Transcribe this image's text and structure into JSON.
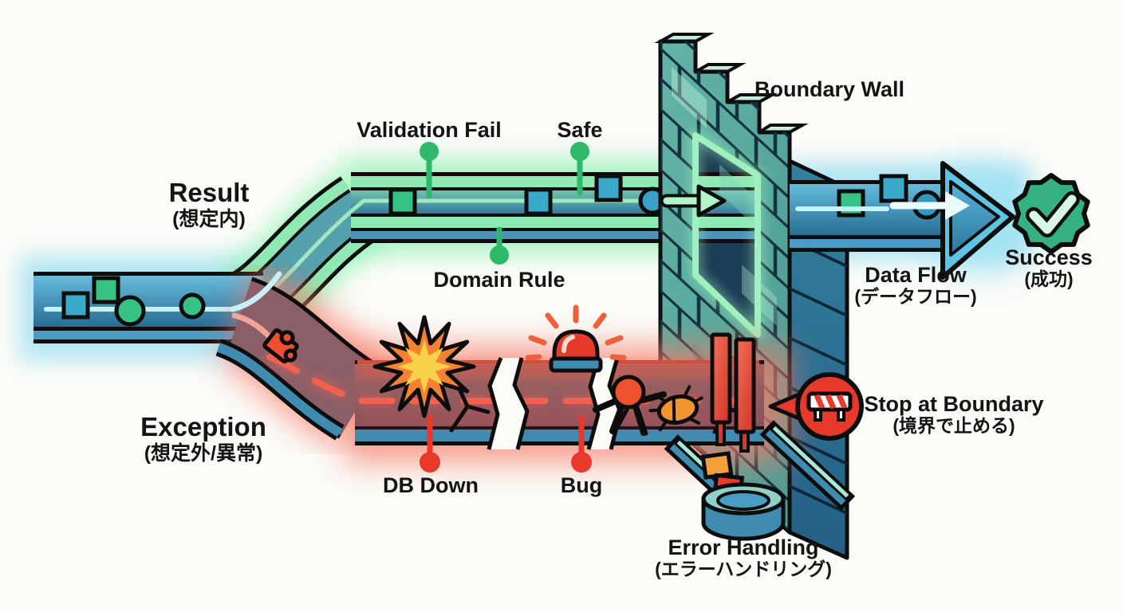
{
  "labels": {
    "result": {
      "en": "Result",
      "ja": "(想定内)"
    },
    "validation_fail": "Validation Fail",
    "safe": "Safe",
    "domain_rule": "Domain Rule",
    "boundary_wall": "Boundary Wall",
    "data_flow": {
      "en": "Data Flow",
      "ja": "(データフロー)"
    },
    "success": {
      "en": "Success",
      "ja": "(成功)"
    },
    "exception": {
      "en": "Exception",
      "ja": "(想定外/異常)"
    },
    "db_down": "DB Down",
    "bug": "Bug",
    "stop_at_boundary": {
      "en": "Stop at Boundary",
      "ja": "(境界で止める)"
    },
    "error_handling": {
      "en": "Error Handling",
      "ja": "(エラーハンドリング)"
    }
  },
  "icons": {
    "success_badge": "green-seal-with-checkmark",
    "explosion": "orange-yellow-starburst",
    "siren": "red-alarm-light",
    "bug": "orange-beetle",
    "person": "figure-falling-in-crack",
    "puzzle_piece": "red-broken-piece",
    "barrier_sign": "striped-roadblock",
    "speech_bubble": "red-stop-callout",
    "doorway": "glowing-green-portal",
    "wall": "isometric-brick-wall",
    "pins_green": "marker-pins-green",
    "pins_red": "marker-pins-red"
  },
  "colors": {
    "background": "#fbfbf8",
    "pipe_blue": "#3f8cb0",
    "pipe_green_stripe": "#8ee9b3",
    "road_surface": "#8a5f68",
    "road_glow": "#f0584a",
    "wall_front": "#5aaa9e",
    "wall_side": "#2e7ba1",
    "success_green": "#34b083",
    "alert_red": "#e8392b",
    "item_green": "#35c284",
    "item_teal": "#3aa8c9",
    "text": "#141414"
  }
}
